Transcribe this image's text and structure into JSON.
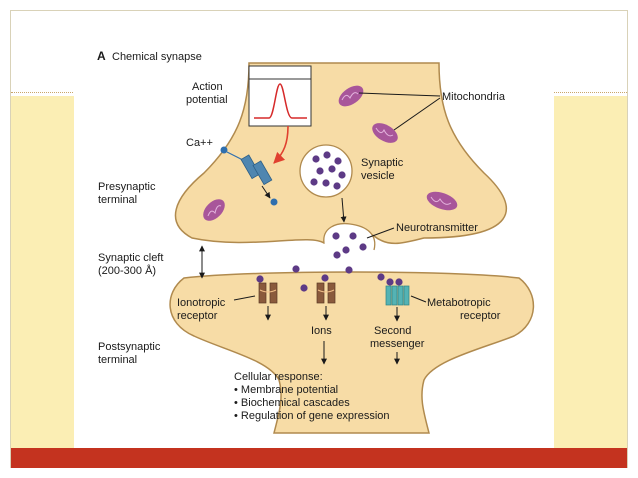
{
  "diagram": {
    "title_letter": "A",
    "title": "Chemical synapse",
    "labels": {
      "action_potential": [
        "Action",
        "potential"
      ],
      "mitochondria": "Mitochondria",
      "calcium": "Ca++",
      "synaptic_vesicle": [
        "Synaptic",
        "vesicle"
      ],
      "presynaptic_terminal": [
        "Presynaptic",
        "terminal"
      ],
      "neurotransmitter": "Neurotransmitter",
      "synaptic_cleft": [
        "Synaptic cleft",
        "(200-300 Å)"
      ],
      "ionotropic_receptor": [
        "Ionotropic",
        "receptor"
      ],
      "ions": "Ions",
      "second_messenger": [
        "Second",
        "messenger"
      ],
      "metabotropic_receptor": [
        "Metabotropic",
        "receptor"
      ],
      "postsynaptic_terminal": [
        "Postsynaptic",
        "terminal"
      ],
      "cellular_response": "Cellular response:",
      "responses": [
        "• Membrane potential",
        "• Biochemical cascades",
        "• Regulation of gene expression"
      ]
    },
    "colors": {
      "cell_fill": "#f7dca6",
      "cell_stroke": "#b08a4e",
      "mitochondria": "#a8569a",
      "vesicle_dot": "#5d3a86",
      "calcium": "#2f6fae",
      "channel": "#4f86b0",
      "ionotropic": "#8a5a3c",
      "metabotropic": "#54b3b4",
      "spike": "#d62a2a",
      "arrow_red": "#e0402f"
    }
  }
}
